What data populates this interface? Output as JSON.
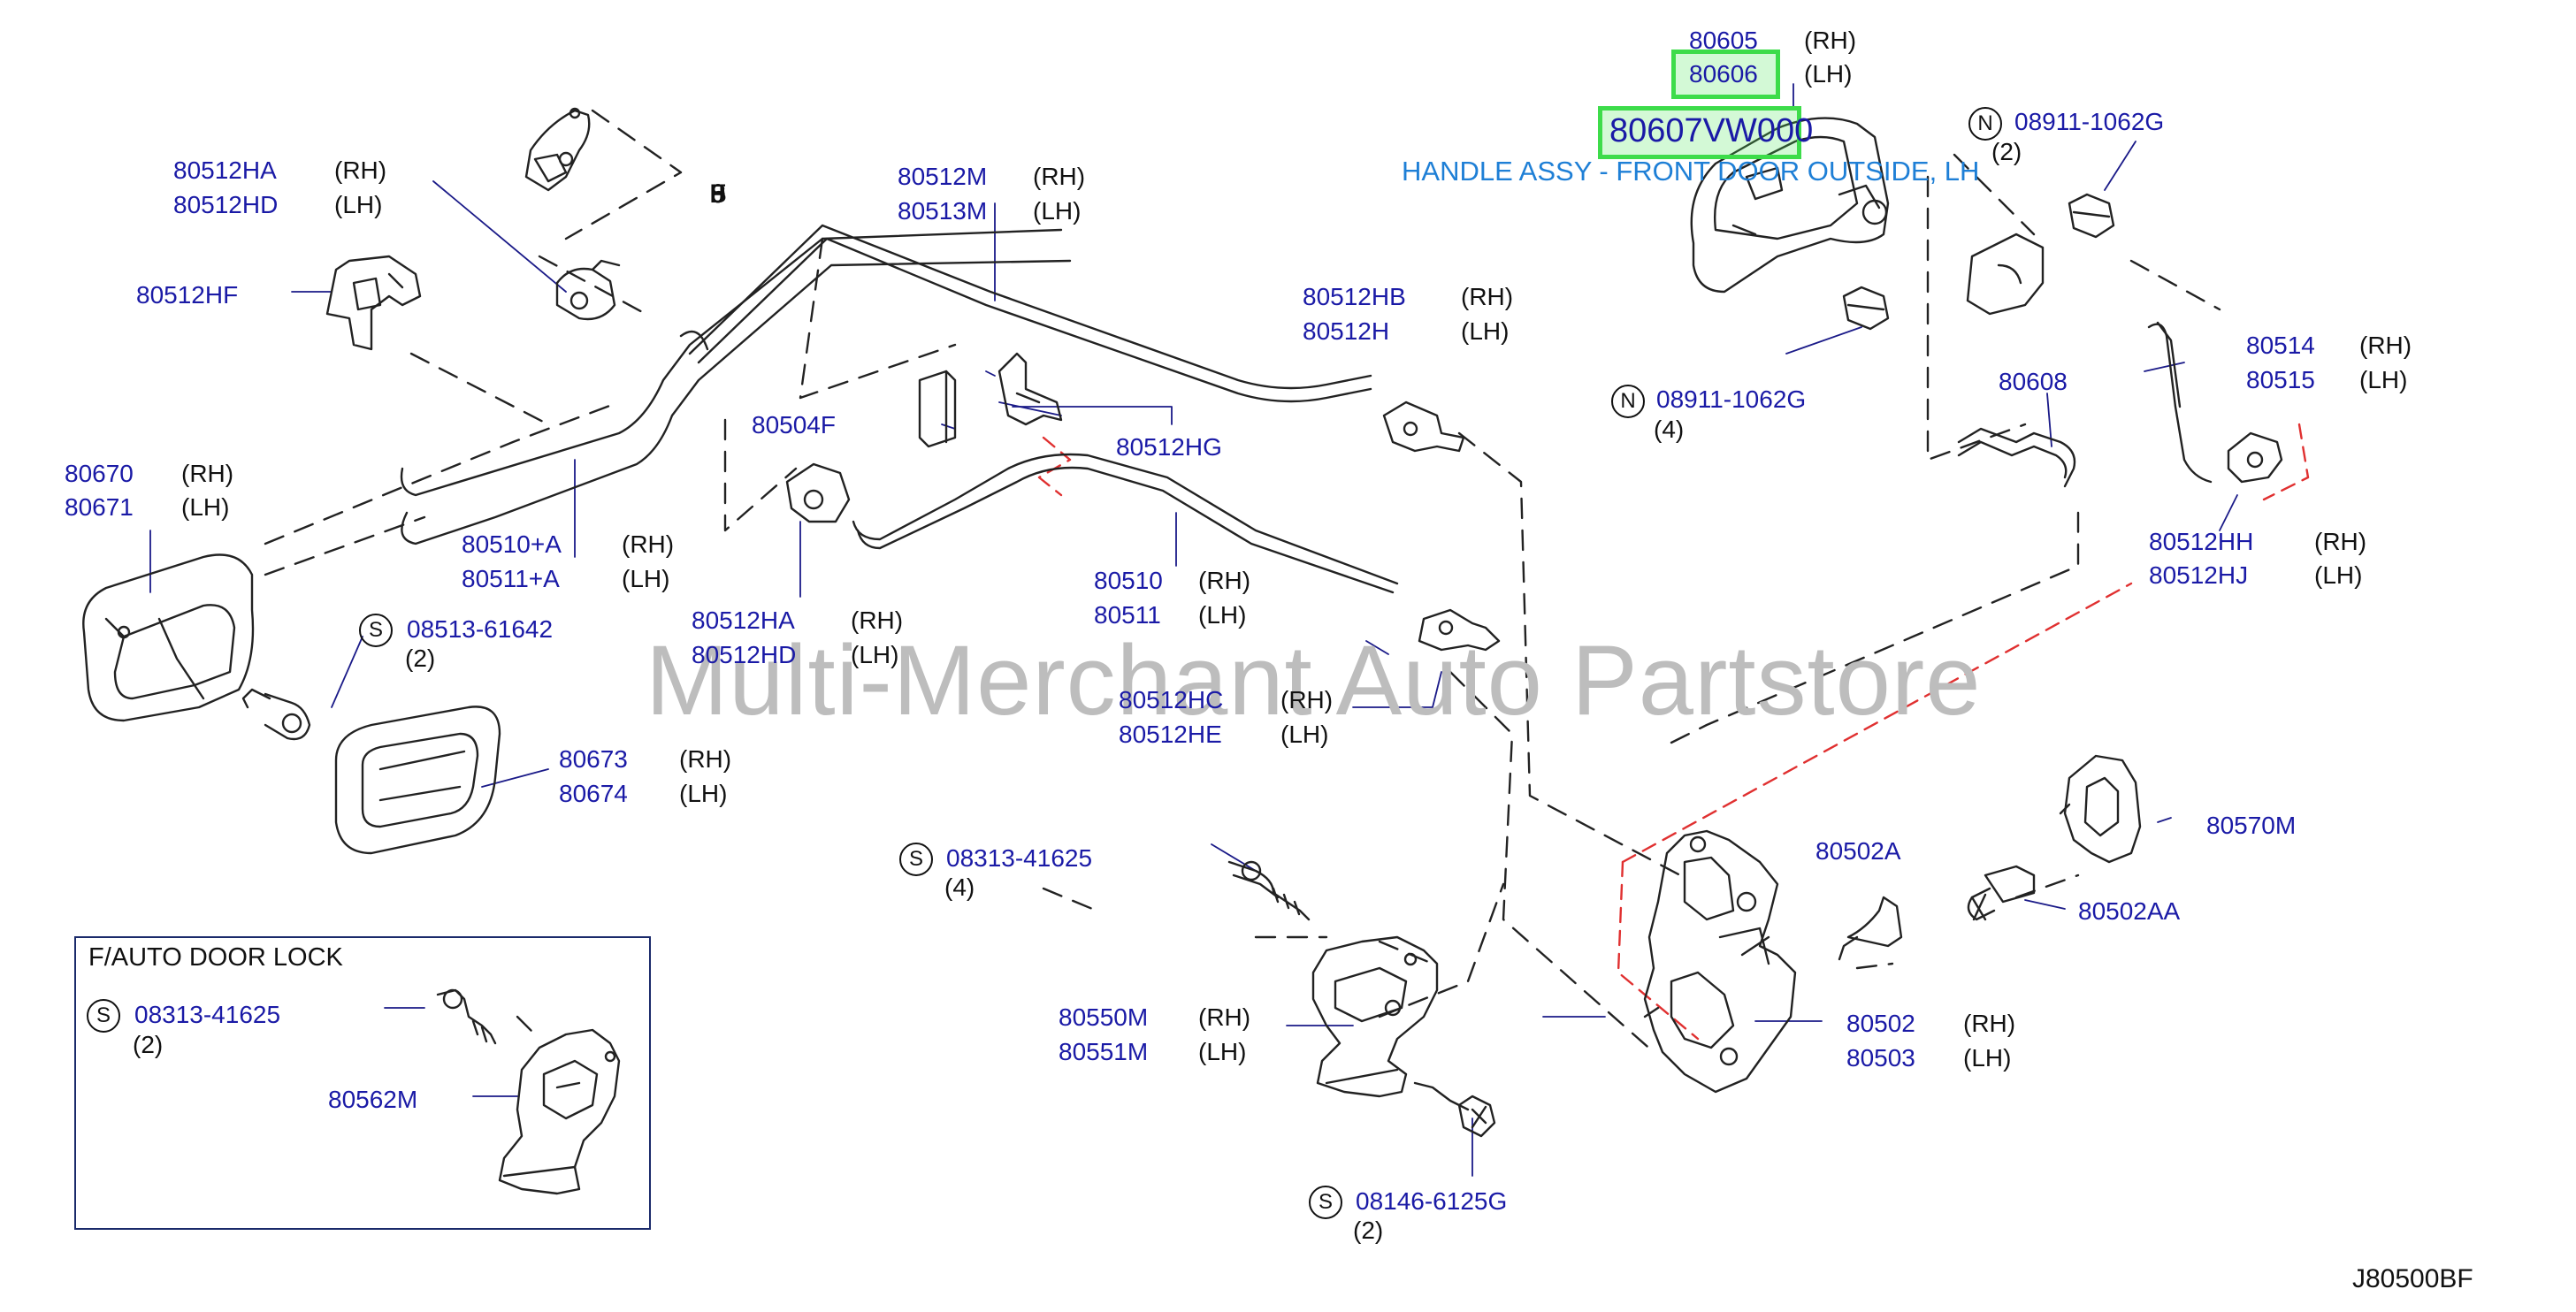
{
  "diagram": {
    "reference_code": "J80500BF",
    "vertical_code": [
      "J",
      "8",
      "0",
      "5",
      "0",
      "0",
      "B",
      "F"
    ],
    "watermark": "Multi-Merchant Auto Partstore",
    "inset_title": "F/AUTO   DOOR   LOCK",
    "highlight": {
      "part_number": "80607VW000",
      "description": "HANDLE ASSY - FRONT DOOR OUTSIDE, LH"
    },
    "colors": {
      "part_number": "#1a1aa6",
      "highlight": "#3ddc4a",
      "description": "#1e7fd6",
      "dashed_red": "#e03030"
    },
    "labels": {
      "l80605": {
        "pn": "80605",
        "side": "(RH)"
      },
      "l80606": {
        "pn": "80606",
        "side": "(LH)"
      },
      "n1": {
        "prefix": "N",
        "pn": "08911-1062G",
        "qty": "(2)"
      },
      "n2": {
        "prefix": "N",
        "pn": "08911-1062G",
        "qty": "(4)"
      },
      "l80512ha_top": {
        "pn": "80512HA",
        "side": "(RH)"
      },
      "l80512hd_top": {
        "pn": "80512HD",
        "side": "(LH)"
      },
      "l80512hf": {
        "pn": "80512HF"
      },
      "l80512m": {
        "pn": "80512M",
        "side": "(RH)"
      },
      "l80513m": {
        "pn": "80513M",
        "side": "(LH)"
      },
      "l80512hb": {
        "pn": "80512HB",
        "side": "(RH)"
      },
      "l80512h": {
        "pn": "80512H",
        "side": "(LH)"
      },
      "l80514": {
        "pn": "80514",
        "side": "(RH)"
      },
      "l80515": {
        "pn": "80515",
        "side": "(LH)"
      },
      "l80608": {
        "pn": "80608"
      },
      "l80504f": {
        "pn": "80504F"
      },
      "l80512hg": {
        "pn": "80512HG"
      },
      "l80670": {
        "pn": "80670",
        "side": "(RH)"
      },
      "l80671": {
        "pn": "80671",
        "side": "(LH)"
      },
      "l80510a": {
        "pn": "80510+A",
        "side": "(RH)"
      },
      "l80511a": {
        "pn": "80511+A",
        "side": "(LH)"
      },
      "l80512hh": {
        "pn": "80512HH",
        "side": "(RH)"
      },
      "l80512hj": {
        "pn": "80512HJ",
        "side": "(LH)"
      },
      "l80510": {
        "pn": "80510",
        "side": "(RH)"
      },
      "l80511": {
        "pn": "80511",
        "side": "(LH)"
      },
      "s1": {
        "prefix": "S",
        "pn": "08513-61642",
        "qty": "(2)"
      },
      "l80512ha_mid": {
        "pn": "80512HA",
        "side": "(RH)"
      },
      "l80512hd_mid": {
        "pn": "80512HD",
        "side": "(LH)"
      },
      "l80512hc": {
        "pn": "80512HC",
        "side": "(RH)"
      },
      "l80512he": {
        "pn": "80512HE",
        "side": "(LH)"
      },
      "l80673": {
        "pn": "80673",
        "side": "(RH)"
      },
      "l80674": {
        "pn": "80674",
        "side": "(LH)"
      },
      "l80570m": {
        "pn": "80570M"
      },
      "s2": {
        "prefix": "S",
        "pn": "08313-41625",
        "qty": "(4)"
      },
      "l80502a": {
        "pn": "80502A"
      },
      "l80502aa": {
        "pn": "80502AA"
      },
      "s3": {
        "prefix": "S",
        "pn": "08313-41625",
        "qty": "(2)"
      },
      "l80550m": {
        "pn": "80550M",
        "side": "(RH)"
      },
      "l80551m": {
        "pn": "80551M",
        "side": "(LH)"
      },
      "l80502": {
        "pn": "80502",
        "side": "(RH)"
      },
      "l80503": {
        "pn": "80503",
        "side": "(LH)"
      },
      "l80562m": {
        "pn": "80562M"
      },
      "s4": {
        "prefix": "S",
        "pn": "08146-6125G",
        "qty": "(2)"
      }
    }
  }
}
